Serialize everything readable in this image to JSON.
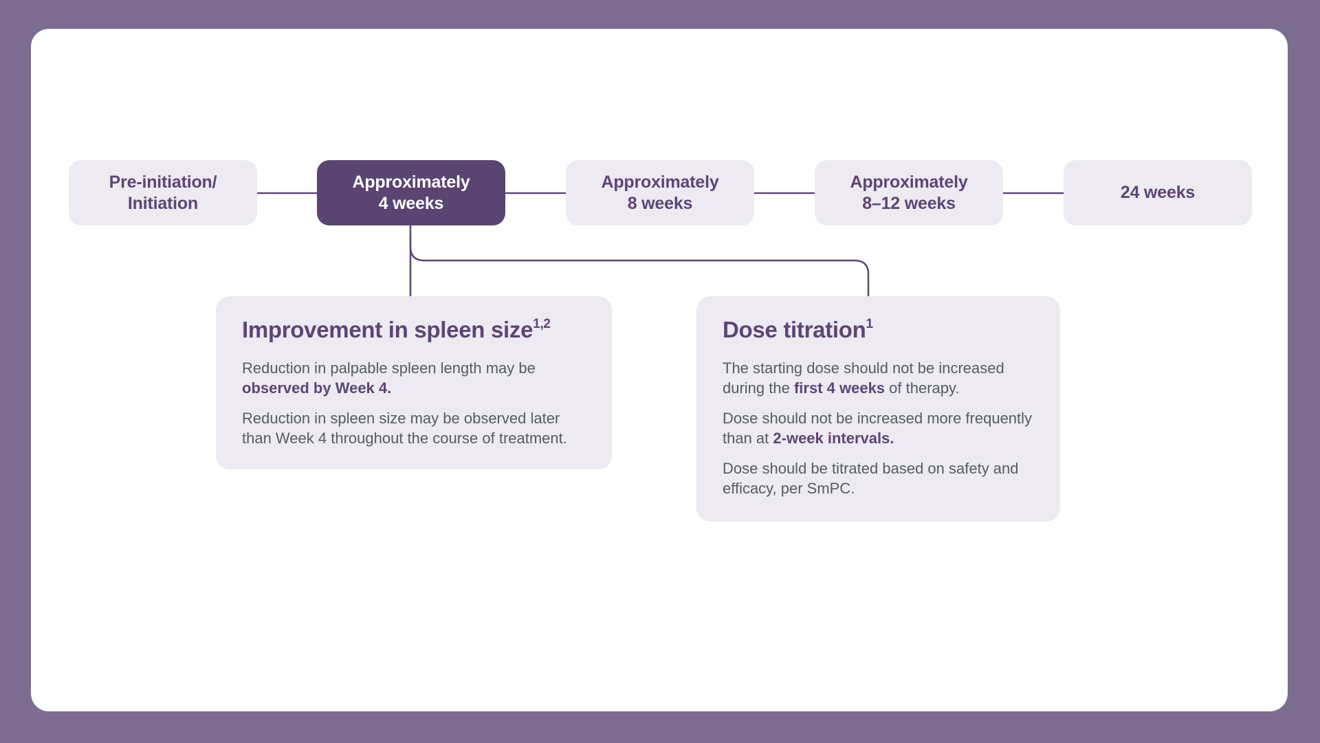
{
  "colors": {
    "frame": "#7b6c90",
    "card": "#ffffff",
    "pill": "#edeaf1",
    "pill_active": "#5a4472",
    "accent": "#5c4675",
    "body": "#535d62",
    "line": "#5d4777"
  },
  "timeline": {
    "nodes": [
      {
        "label": "Pre-initiation/\nInitiation",
        "active": false
      },
      {
        "label": "Approximately\n4 weeks",
        "active": true
      },
      {
        "label": "Approximately\n8 weeks",
        "active": false
      },
      {
        "label": "Approximately\n8–12 weeks",
        "active": false
      },
      {
        "label": "24 weeks",
        "active": false
      }
    ]
  },
  "callouts": [
    {
      "title": "Improvement in spleen size",
      "title_superscript": "1,2",
      "paragraphs": [
        {
          "runs": [
            {
              "text": "Reduction in palpable spleen length may be "
            },
            {
              "text": "observed by Week 4.",
              "bold": true
            }
          ]
        },
        {
          "runs": [
            {
              "text": "Reduction in spleen size may be observed later than Week 4 throughout the course of treatment."
            }
          ]
        }
      ]
    },
    {
      "title": "Dose titration",
      "title_superscript": "1",
      "paragraphs": [
        {
          "runs": [
            {
              "text": "The starting dose should not be increased during the "
            },
            {
              "text": "first 4 weeks",
              "bold": true
            },
            {
              "text": " of therapy."
            }
          ]
        },
        {
          "runs": [
            {
              "text": "Dose should not be increased more frequently than at "
            },
            {
              "text": "2-week intervals.",
              "bold": true
            }
          ]
        },
        {
          "runs": [
            {
              "text": "Dose should be titrated based on safety and efficacy, per SmPC."
            }
          ]
        }
      ]
    }
  ]
}
